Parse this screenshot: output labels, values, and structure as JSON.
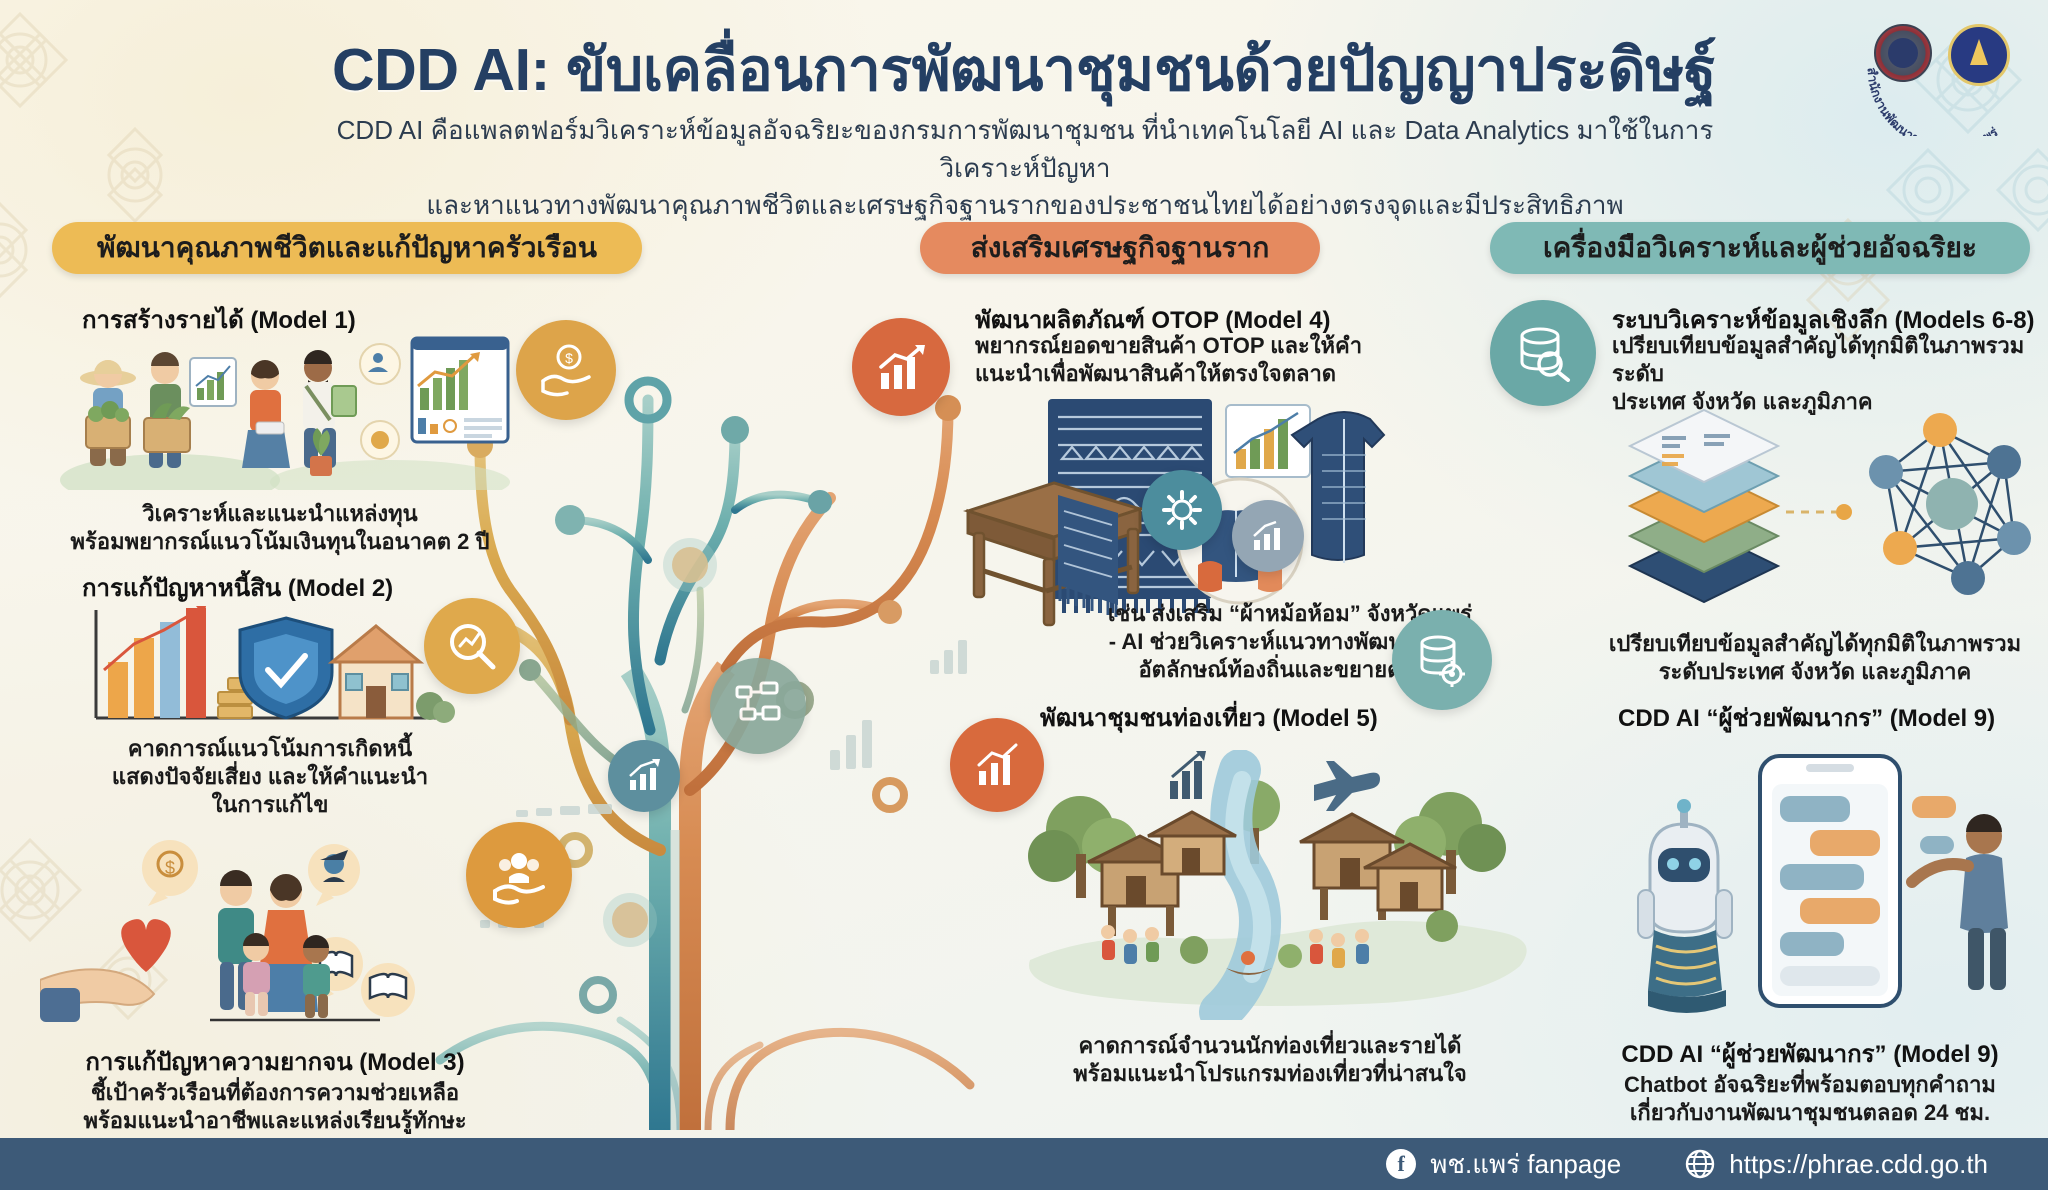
{
  "header": {
    "title": "CDD AI: ขับเคลื่อนการพัฒนาชุมชนด้วยปัญญาประดิษฐ์",
    "subtitle_line1": "CDD AI คือแพลตฟอร์มวิเคราะห์ข้อมูลอัจฉริยะของกรมการพัฒนาชุมชน ที่นำเทคโนโลยี AI และ Data Analytics มาใช้ในการวิเคราะห์ปัญหา",
    "subtitle_line2": "และหาแนวทางพัฒนาคุณภาพชีวิตและเศรษฐกิจฐานรากของประชาชนไทยได้อย่างตรงจุดและมีประสิทธิภาพ",
    "logo_arc_text": "สำนักงานพัฒนาชุมชนจังหวัดแพร่",
    "logo_cdd_name": "cdd-seal-logo",
    "logo_province_name": "phrae-province-seal-logo"
  },
  "sections": {
    "left": {
      "pill_label": "พัฒนาคุณภาพชีวิตและแก้ปัญหาครัวเรือน",
      "pill_color": "#edbb55",
      "items": [
        {
          "heading": "การสร้างรายได้ (Model 1)",
          "caption_line1": "วิเคราะห์และแนะนำแหล่งทุน",
          "caption_line2": "พร้อมพยากรณ์แนวโน้มเงินทุนในอนาคต 2 ปี"
        },
        {
          "heading": "การแก้ปัญหาหนี้สิน (Model 2)",
          "caption_line1": "คาดการณ์แนวโน้มการเกิดหนี้",
          "caption_line2": "แสดงปัจจัยเสี่ยง และให้คำแนะนำ",
          "caption_line3": "ในการแก้ไข"
        },
        {
          "heading": "การแก้ปัญหาความยากจน (Model 3)",
          "caption_line1": "ชี้เป้าครัวเรือนที่ต้องการความช่วยเหลือ",
          "caption_line2": "พร้อมแนะนำอาชีพและแหล่งเรียนรู้ทักษะ"
        }
      ]
    },
    "middle": {
      "pill_label": "ส่งเสริมเศรษฐกิจฐานราก",
      "pill_color": "#e58a5f",
      "items": [
        {
          "heading": "พัฒนาผลิตภัณฑ์ OTOP (Model 4)",
          "desc_line1": "พยากรณ์ยอดขายสินค้า OTOP และให้คำ",
          "desc_line2": "แนะนำเพื่อพัฒนาสินค้าให้ตรงใจตลาด",
          "caption_line1": "เช่น ส่งเสริม “ผ้าหม้อห้อม” จังหวัดแพร่",
          "caption_line2": "- AI ช่วยวิเคราะห์แนวทางพัฒนาสินค้า",
          "caption_line3": "อัตลักษณ์ท้องถิ่นและขยายตลาด"
        },
        {
          "heading": "พัฒนาชุมชนท่องเที่ยว (Model 5)",
          "caption_line1": "คาดการณ์จำนวนนักท่องเที่ยวและรายได้",
          "caption_line2": "พร้อมแนะนำโปรแกรมท่องเที่ยวที่น่าสนใจ"
        }
      ]
    },
    "right": {
      "pill_label": "เครื่องมือวิเคราะห์และผู้ช่วยอัจฉริยะ",
      "pill_color": "#7fb9b5",
      "items": [
        {
          "heading": "ระบบวิเคราะห์ข้อมูลเชิงลึก (Models 6-8)",
          "desc_line1": "เปรียบเทียบข้อมูลสำคัญได้ทุกมิติในภาพรวมระดับ",
          "desc_line2": "ประเทศ จังหวัด และภูมิภาค",
          "caption_line1": "เปรียบเทียบข้อมูลสำคัญได้ทุกมิติในภาพรวม",
          "caption_line2": "ระดับประเทศ จังหวัด และภูมิภาค"
        },
        {
          "heading": "CDD AI “ผู้ช่วยพัฒนากร” (Model 9)",
          "caption_heading": "CDD AI “ผู้ช่วยพัฒนากร” (Model 9)",
          "caption_line1": "Chatbot อัจฉริยะที่พร้อมตอบทุกคำถาม",
          "caption_line2": "เกี่ยวกับงานพัฒนาชุมชนตลอด 24 ชม."
        }
      ]
    }
  },
  "tree_nodes": [
    {
      "icon": "hand-coin-icon",
      "color": "#dda44a"
    },
    {
      "icon": "chart-magnifier-icon",
      "color": "#dfa94c"
    },
    {
      "icon": "hand-people-icon",
      "color": "#dd9a3e"
    },
    {
      "icon": "bar-chart-growth-icon",
      "color": "#d7693f"
    },
    {
      "icon": "bar-chart-arrow-icon",
      "color": "#d86a3d"
    },
    {
      "icon": "database-search-icon",
      "color": "#6aa8a6"
    },
    {
      "icon": "database-gear-icon",
      "color": "#7ab0ae"
    },
    {
      "icon": "network-flow-icon",
      "color": "#8aa89b"
    },
    {
      "icon": "gear-node-icon",
      "color": "#4c8d9d"
    },
    {
      "icon": "small-chart-icon",
      "color": "#94a6b4"
    }
  ],
  "footer": {
    "facebook_label": "พช.แพร่ fanpage",
    "website_label": "https://phrae.cdd.go.th",
    "facebook_icon": "facebook-icon",
    "globe_icon": "globe-icon",
    "bg_color": "#3d5a78"
  }
}
